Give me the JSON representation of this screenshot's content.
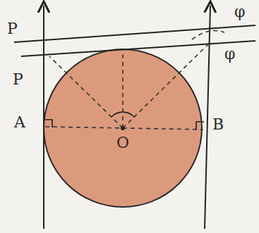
{
  "diagram": {
    "labels": [
      "P",
      "P",
      "A",
      "O",
      "B",
      "φ",
      "φ"
    ]
  }
}
